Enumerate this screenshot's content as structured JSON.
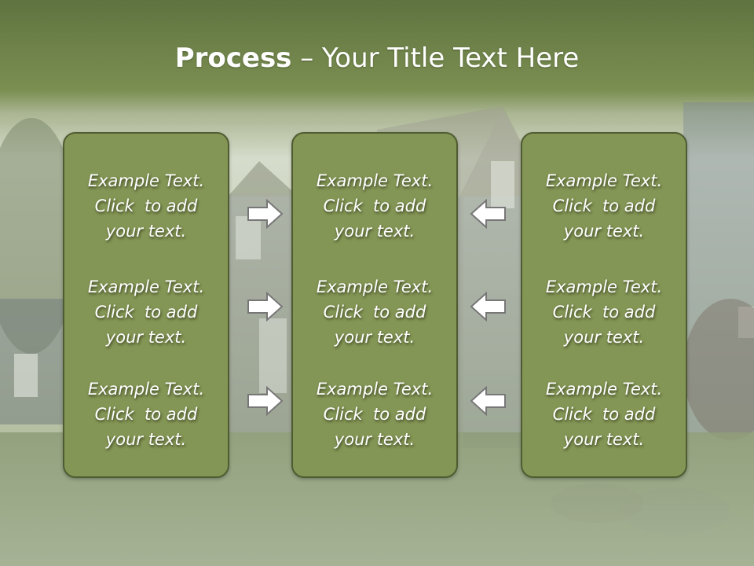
{
  "slide": {
    "title_bold": "Process",
    "title_rest": " – Your Title Text Here",
    "panels": [
      {
        "items": [
          {
            "line1": "Example Text.",
            "line2": "Click  to add",
            "line3": "your text."
          },
          {
            "line1": "Example Text.",
            "line2": "Click  to add",
            "line3": "your text."
          },
          {
            "line1": "Example Text.",
            "line2": "Click  to add",
            "line3": "your text."
          }
        ]
      },
      {
        "items": [
          {
            "line1": "Example Text.",
            "line2": "Click  to add",
            "line3": "your text."
          },
          {
            "line1": "Example Text.",
            "line2": "Click  to add",
            "line3": "your text."
          },
          {
            "line1": "Example Text.",
            "line2": "Click  to add",
            "line3": "your text."
          }
        ]
      },
      {
        "items": [
          {
            "line1": "Example Text.",
            "line2": "Click  to add",
            "line3": "your text."
          },
          {
            "line1": "Example Text.",
            "line2": "Click  to add",
            "line3": "your text."
          },
          {
            "line1": "Example Text.",
            "line2": "Click  to add",
            "line3": "your text."
          }
        ]
      }
    ],
    "icons": {
      "left_arrows": "arrow-right-icon",
      "right_arrows": "arrow-left-icon"
    },
    "colors": {
      "header": "#6f8447",
      "panel_fill": "#849655",
      "panel_border": "#4f5c31",
      "lawn": "#7f8f6a",
      "arrow_fill": "#ffffff",
      "arrow_stroke": "#777777"
    }
  }
}
